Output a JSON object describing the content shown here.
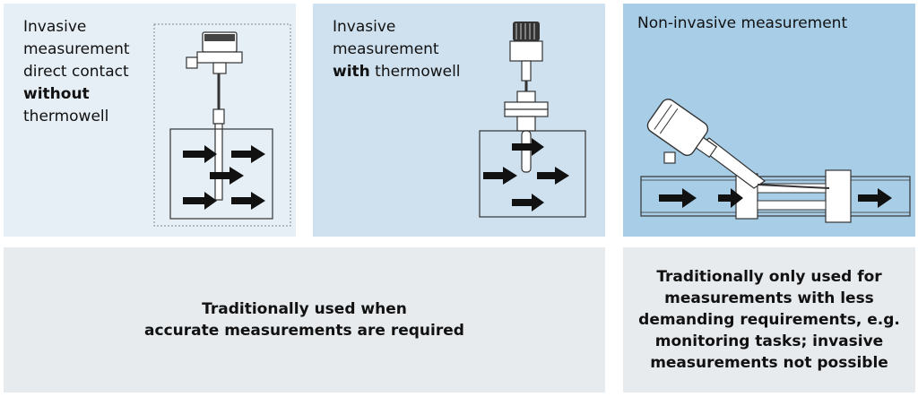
{
  "panel1": {
    "lines": [
      "Invasive",
      "measurement",
      "direct contact",
      "without",
      "thermowell"
    ]
  },
  "panel2": {
    "line1": "Invasive",
    "line2": "measurement",
    "line3_bold": "with",
    "line3_rest": " thermowell"
  },
  "panel3": {
    "title": "Non-invasive measurement"
  },
  "bottom_left": {
    "lines": [
      "Traditionally used when",
      "accurate measurements are required"
    ]
  },
  "bottom_right": {
    "lines": [
      "Traditionally only used for",
      "measurements with less",
      "demanding requirements, e.g.",
      "monitoring tasks; invasive",
      "measurements not possible"
    ]
  },
  "colors": {
    "panel1_bg": "#e6eef6",
    "panel2_bg": "#cfe1ef",
    "panel3_bg": "#a8cde6",
    "bottom_bg": "#e7ebee",
    "arrow": "#111111"
  },
  "icons": [
    "flow-arrow-icon",
    "thermometer-sensor-icon",
    "thermowell-sensor-icon",
    "clamp-on-sensor-icon"
  ]
}
